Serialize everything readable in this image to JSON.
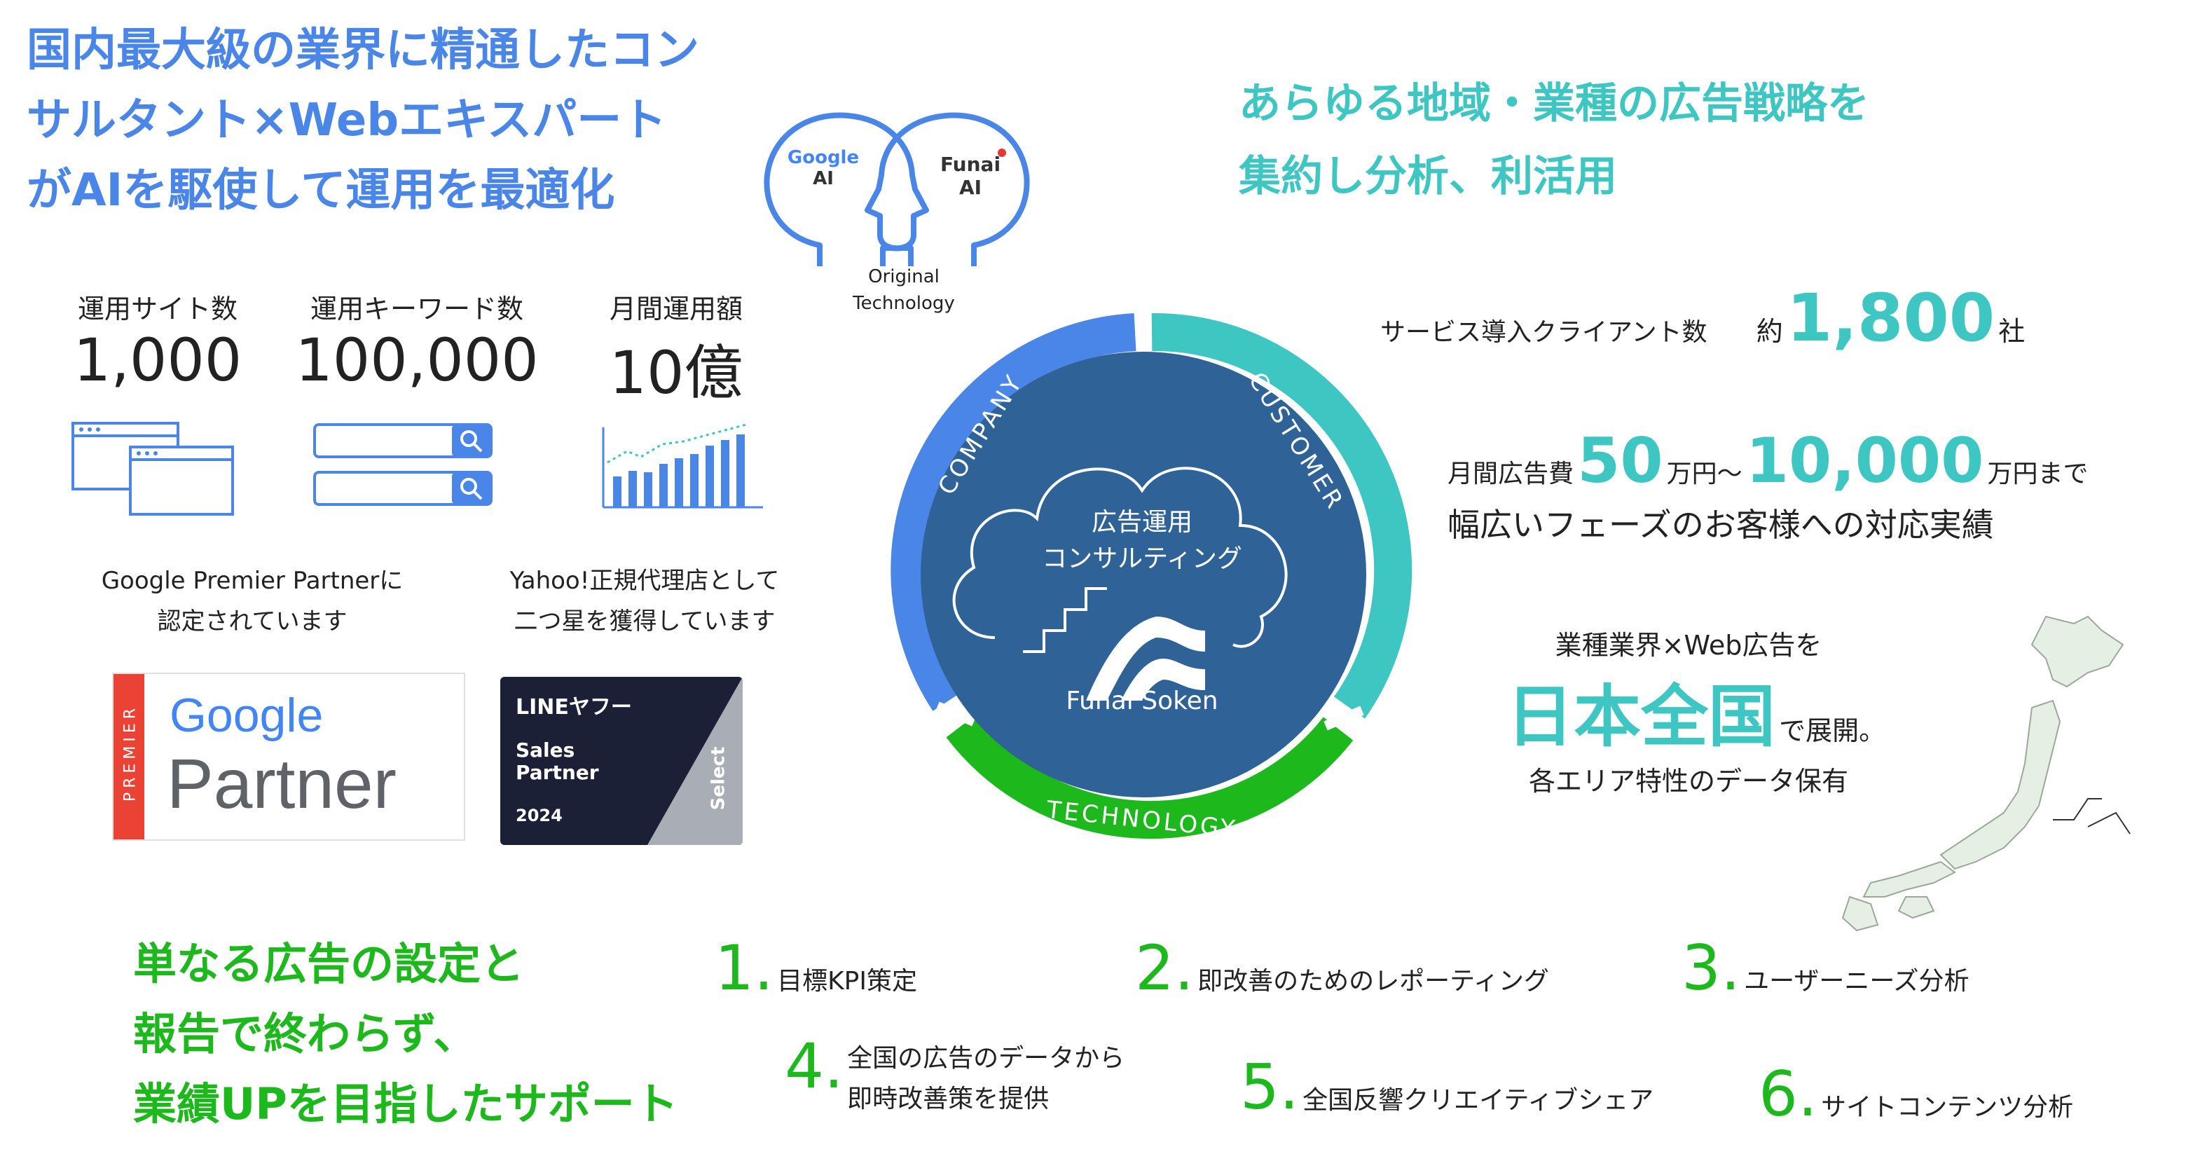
{
  "headline_left": [
    "国内最大級の業界に精通したコン",
    "サルタント×Webエキスパート",
    "がAIを駆使して運用を最適化"
  ],
  "headline_right": [
    "あらゆる地域・業種の広告戦略を",
    "集約し分析、利活用"
  ],
  "ai_heads": {
    "google_brand": "Google",
    "google_ai": "AI",
    "funai_brand": "Funai",
    "funai_ai": "AI",
    "caption_1": "Original",
    "caption_2": "Technology"
  },
  "stats": [
    {
      "label": "運用サイト数",
      "value": "1,000"
    },
    {
      "label": "運用キーワード数",
      "value": "100,000"
    },
    {
      "label": "月間運用額",
      "value": "10億"
    }
  ],
  "partners": {
    "google_text_1": "Google Premier Partnerに",
    "google_text_2": "認定されています",
    "yahoo_text_1": "Yahoo!正規代理店として",
    "yahoo_text_2": "二つ星を獲得しています",
    "google_badge": {
      "premier": "PREMIER",
      "google": "Google",
      "partner": "Partner"
    },
    "ly_badge": {
      "brand": "LINEヤフー",
      "line1": "Sales",
      "line2": "Partner",
      "year": "2024",
      "tier": "Select"
    }
  },
  "ring": {
    "left_label": "COMPANY",
    "right_label": "CUSTOMER",
    "bottom_label": "TECHNOLOGY",
    "center_line_1": "広告運用",
    "center_line_2": "コンサルティング",
    "logo_text": "Funai Soken",
    "colors": {
      "company": "#4a86e8",
      "customer": "#3ec6c2",
      "technology": "#1cb81c",
      "core": "#2f6296"
    }
  },
  "right_stats": {
    "clients_label": "サービス導入クライアント数",
    "clients_prefix": "約",
    "clients_value": "1,800",
    "clients_suffix": "社",
    "budget_prefix": "月間広告費",
    "budget_min": "50",
    "budget_mid": "万円〜",
    "budget_max": "10,000",
    "budget_suffix": "万円まで",
    "budget_line2": "幅広いフェーズのお客様への対応実績",
    "region_line1": "業種業界×Web広告を",
    "region_big": "日本全国",
    "region_suffix": "で展開。",
    "region_line3": "各エリア特性のデータ保有"
  },
  "bottom_headline": [
    "単なる広告の設定と",
    "報告で終わらず、",
    "業績UPを目指したサポート"
  ],
  "features": [
    {
      "num": "1.",
      "text": "目標KPI策定"
    },
    {
      "num": "2.",
      "text": "即改善のためのレポーティング"
    },
    {
      "num": "3.",
      "text": "ユーザーニーズ分析"
    },
    {
      "num": "4.",
      "text": "全国の広告のデータから",
      "text2": "即時改善策を提供"
    },
    {
      "num": "5.",
      "text": "全国反響クリエイティブシェア"
    },
    {
      "num": "6.",
      "text": "サイトコンテンツ分析"
    }
  ]
}
